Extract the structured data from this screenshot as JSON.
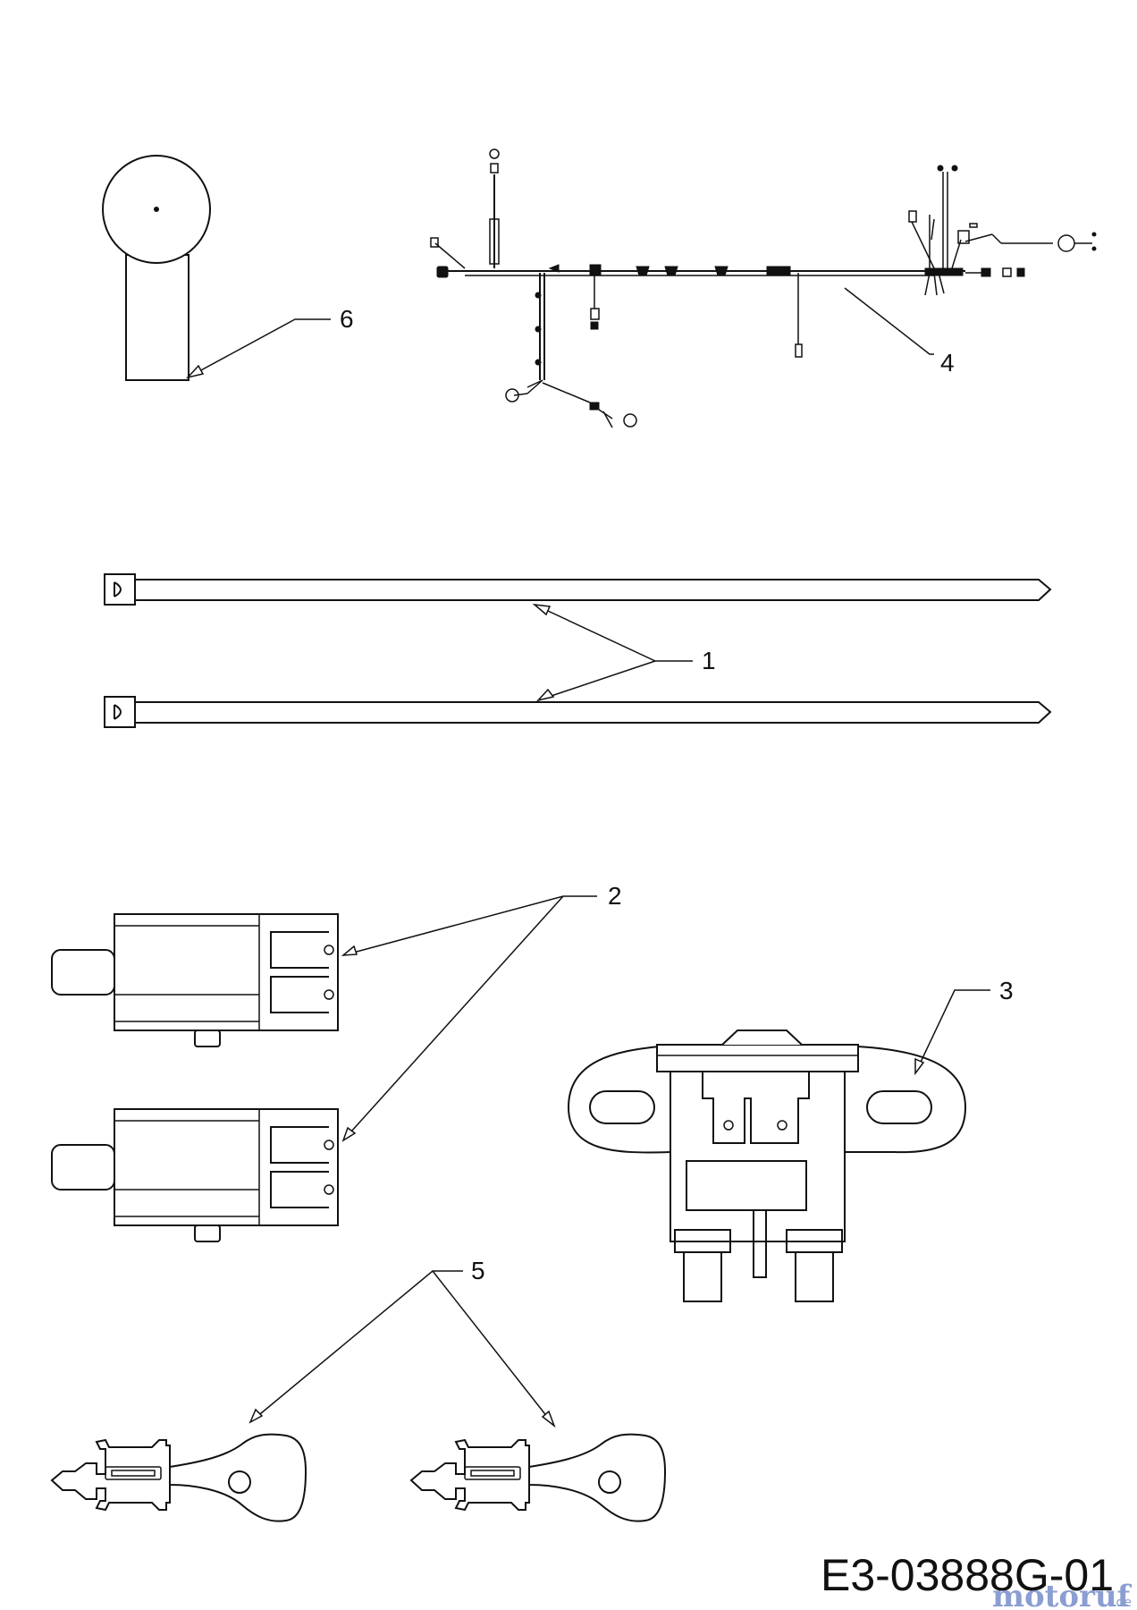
{
  "callouts": {
    "c1": "1",
    "c2": "2",
    "c3": "3",
    "c4": "4",
    "c5": "5",
    "c6": "6"
  },
  "document_number": "E3-03888G-01",
  "watermark": {
    "brand": "motoruf",
    "suffix": ".de",
    "color": "#6f86c8"
  },
  "colors": {
    "line": "#111111",
    "background": "#ffffff"
  }
}
